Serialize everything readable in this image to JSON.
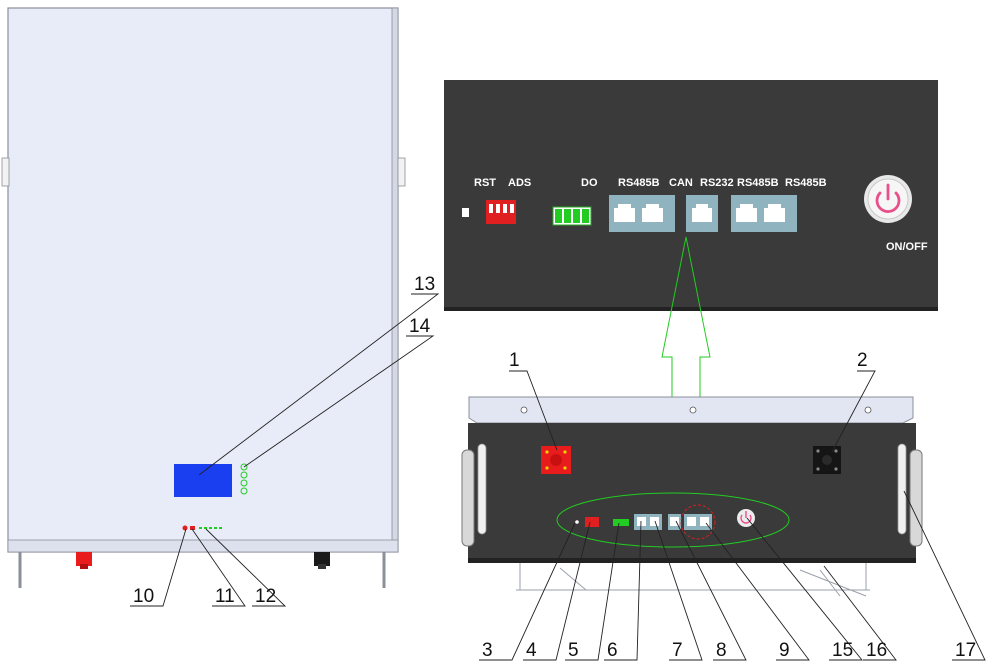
{
  "panel": {
    "rst": "RST",
    "ads": "ADS",
    "do": "DO",
    "rs485b_1": "RS485B",
    "can": "CAN",
    "rs232": "RS232",
    "rs485b_2": "RS485B",
    "rs485b_3": "RS485B",
    "onoff": "ON/OFF"
  },
  "callouts": [
    "1",
    "2",
    "3",
    "4",
    "5",
    "6",
    "7",
    "8",
    "9",
    "10",
    "11",
    "12",
    "13",
    "14",
    "15",
    "16",
    "17"
  ],
  "colors": {
    "cabinet": "#e8ecf8",
    "panel_dark": "#3a3a3a",
    "port_blue": "#8fb4bf",
    "dip_red": "#e02020",
    "display_blue": "#1a3ff0",
    "led_green": "#22cc22",
    "positive_red": "#e81c1c"
  }
}
